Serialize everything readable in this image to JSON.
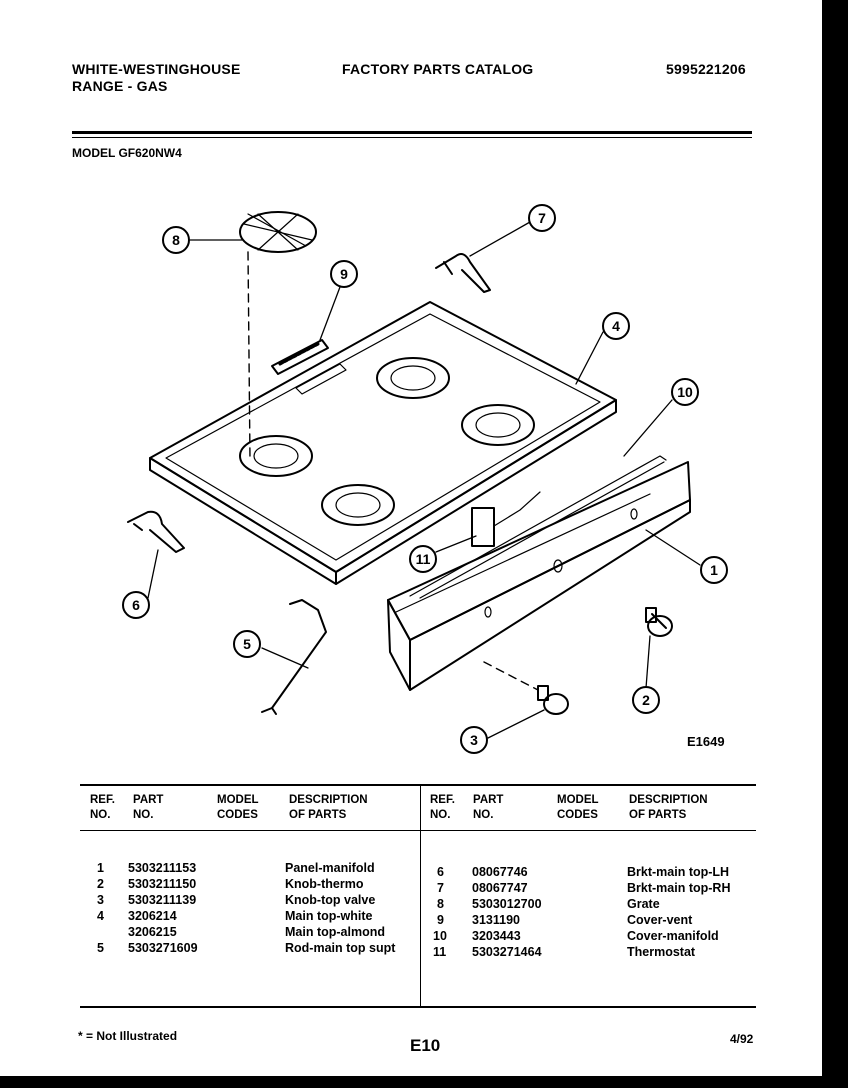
{
  "header": {
    "brand": "WHITE-WESTINGHOUSE",
    "product": "RANGE - GAS",
    "catalog": "FACTORY PARTS CATALOG",
    "catalog_number": "5995221206"
  },
  "model": "MODEL GF620NW4",
  "diagram": {
    "code": "E1649",
    "callouts": [
      "1",
      "2",
      "3",
      "4",
      "5",
      "6",
      "7",
      "8",
      "9",
      "10",
      "11"
    ]
  },
  "table": {
    "headers": {
      "ref": [
        "REF.",
        "NO."
      ],
      "part": [
        "PART",
        "NO."
      ],
      "model": [
        "MODEL",
        "CODES"
      ],
      "desc": [
        "DESCRIPTION",
        "OF PARTS"
      ]
    },
    "left_rows": [
      {
        "ref": "1",
        "part": "5303211153",
        "desc": "Panel-manifold"
      },
      {
        "ref": "2",
        "part": "5303211150",
        "desc": "Knob-thermo"
      },
      {
        "ref": "3",
        "part": "5303211139",
        "desc": "Knob-top valve"
      },
      {
        "ref": "4",
        "part": "3206214",
        "desc": "Main top-white"
      },
      {
        "ref": "",
        "part": "3206215",
        "desc": "Main top-almond"
      },
      {
        "ref": "5",
        "part": "5303271609",
        "desc": "Rod-main top supt"
      }
    ],
    "right_rows": [
      {
        "ref": "6",
        "part": "08067746",
        "desc": "Brkt-main top-LH"
      },
      {
        "ref": "7",
        "part": "08067747",
        "desc": "Brkt-main top-RH"
      },
      {
        "ref": "8",
        "part": "5303012700",
        "desc": "Grate"
      },
      {
        "ref": "9",
        "part": "3131190",
        "desc": "Cover-vent"
      },
      {
        "ref": "10",
        "part": "3203443",
        "desc": "Cover-manifold"
      },
      {
        "ref": "11",
        "part": "5303271464",
        "desc": "Thermostat"
      }
    ]
  },
  "footer": {
    "footnote": "* = Not Illustrated",
    "page": "E10",
    "date": "4/92"
  }
}
